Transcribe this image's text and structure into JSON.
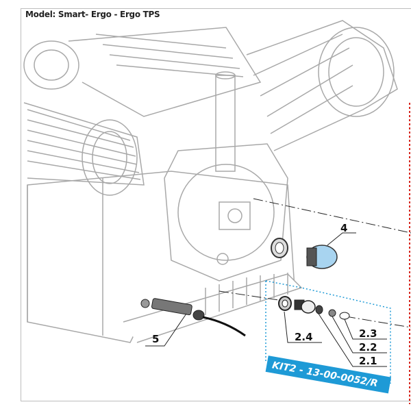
{
  "title": "Model: Smart- Ergo - Ergo TPS",
  "callouts": {
    "part_4": "4",
    "part_5": "5",
    "part_2_4": "2.4",
    "part_2_3": "2.3",
    "part_2_2": "2.2",
    "part_2_1": "2.1"
  },
  "kit_label": "KIT2 - 13-00-0052/R",
  "colors": {
    "kit_blue": "#1e9ad6",
    "section_red": "#d7261e",
    "outline": "#9a9a9a"
  }
}
